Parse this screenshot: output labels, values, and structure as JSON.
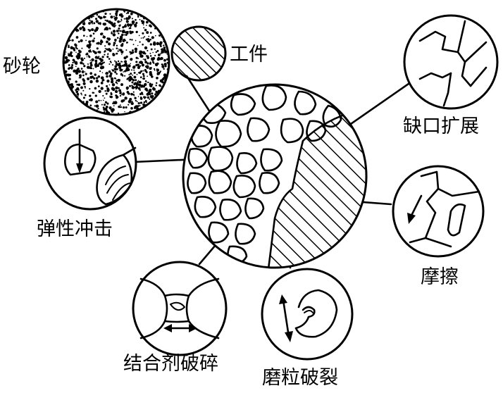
{
  "labels": {
    "wheel": "砂轮",
    "workpiece": "工件",
    "crack_propagation": "缺口扩展",
    "elastic_impact": "弹性冲击",
    "friction": "摩擦",
    "bond_fracture": "结合剂破碎",
    "grain_fracture": "磨粒破裂"
  }
}
